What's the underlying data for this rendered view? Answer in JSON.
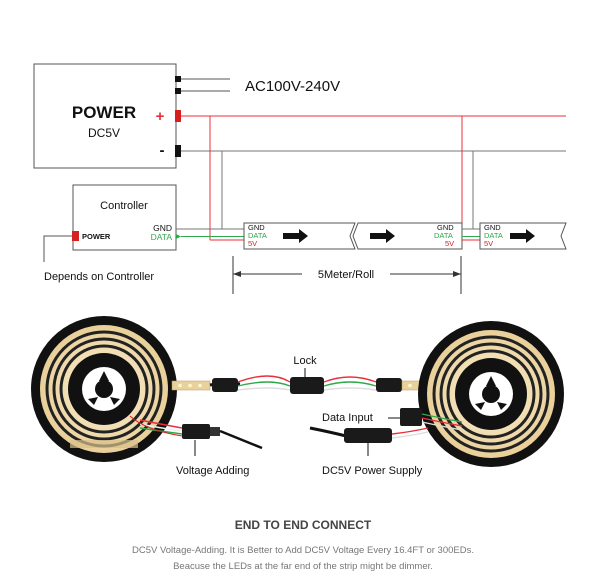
{
  "power_box": {
    "title": "POWER",
    "subtitle": "DC5V",
    "plus": "+",
    "minus": "-"
  },
  "ac_label": "AC100V-240V",
  "controller": {
    "title": "Controller",
    "gnd": "GND",
    "data": "DATA",
    "power": "POWER"
  },
  "depends_label": "Depends on Controller",
  "strip_pins": {
    "gnd": "GND",
    "data": "DATA",
    "v5": "5V"
  },
  "length_label": "5Meter/Roll",
  "photo_labels": {
    "lock": "Lock",
    "data_input": "Data Input",
    "voltage_adding": "Voltage Adding",
    "supply": "DC5V Power Supply"
  },
  "footer": {
    "heading": "END TO END CONNECT",
    "line1": "DC5V Voltage-Adding. It is Better to Add DC5V Voltage Every 16.4FT or 300EDs.",
    "line2": "Beacuse the LEDs at the far end of the strip might be dimmer."
  },
  "colors": {
    "red_wire": "#e8303a",
    "gray_wire": "#8a8a8a",
    "data_green": "#2fa84a",
    "pin_red": "#d62020",
    "reel_black": "#111111",
    "led_warm": "#f3dfb0"
  }
}
